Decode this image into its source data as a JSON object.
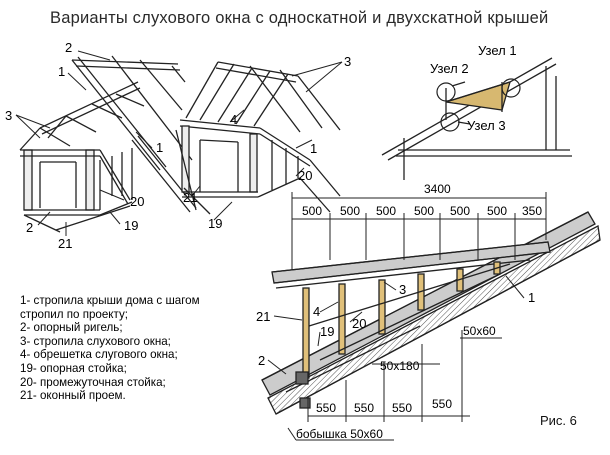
{
  "title": "Варианты слухового окна с односкатной и двухскатной крышей",
  "figure_label": "Рис. 6",
  "legend": [
    "1- стропила крыши дома с шагом",
    "стропил по проекту;",
    "2- опорный ригель;",
    "3- стропила слухового окна;",
    "4- обрешетка слугового окна;",
    "19- опорная стойка;",
    "20- промежуточная стойка;",
    "21- оконный проем."
  ],
  "nodes": {
    "node1": "Узел 1",
    "node2": "Узел 2",
    "node3": "Узел 3"
  },
  "dimensions": {
    "total": "3400",
    "top": [
      "500",
      "500",
      "500",
      "500",
      "500",
      "500",
      "350"
    ],
    "bottom": [
      "550",
      "550",
      "550",
      "550"
    ],
    "section_rafter": "50x60",
    "section_beam": "50x180",
    "boss": "бобышка 50x60"
  },
  "callouts": {
    "left": [
      "2",
      "1",
      "3",
      "20",
      "1",
      "2",
      "21",
      "19"
    ],
    "middle": [
      "3",
      "4",
      "1",
      "20",
      "21",
      "19"
    ],
    "detail": [
      "1",
      "3",
      "4",
      "20",
      "21",
      "19",
      "2"
    ]
  }
}
